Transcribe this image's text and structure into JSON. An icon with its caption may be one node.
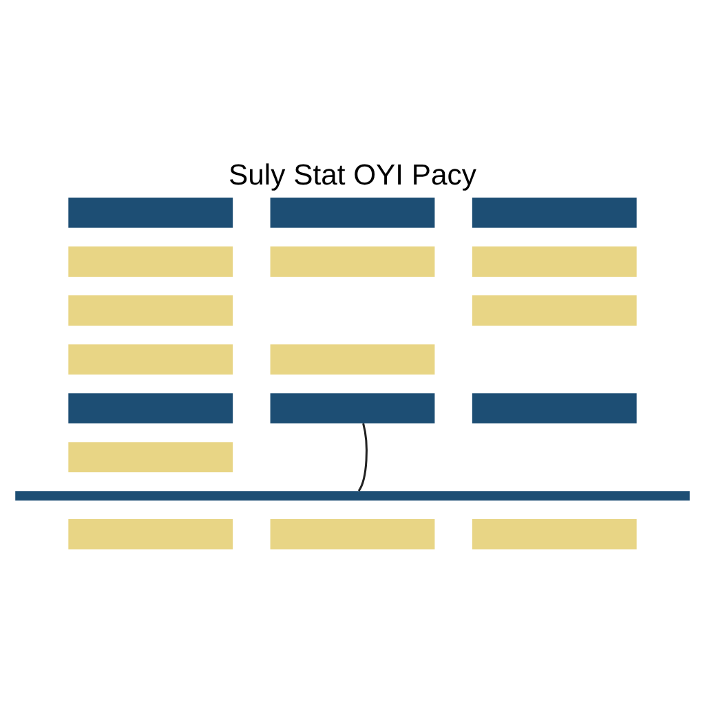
{
  "diagram": {
    "title": "Suly Stat OYI Pacy",
    "nodes": [
      {
        "text": [],
        "shape": "box"
      },
      {
        "text": [],
        "shape": "box"
      },
      {
        "text": [],
        "shape": "box"
      },
      {
        "text": [],
        "shape": "box"
      },
      {
        "text": [],
        "shape": "box"
      },
      {
        "text": [],
        "shape": "box"
      },
      {
        "text": [],
        "shape": "box"
      },
      {
        "text": [],
        "shape": "box"
      },
      {
        "text": [],
        "shape": "box"
      },
      {
        "text": [],
        "shape": "box"
      },
      {
        "text": [],
        "shape": "box"
      },
      {
        "text": [],
        "shape": "box"
      },
      {
        "text": [],
        "shape": "box"
      },
      {
        "text": [],
        "shape": "box"
      },
      {
        "text": [],
        "shape": "bar"
      },
      {
        "text": [],
        "shape": "box"
      },
      {
        "text": [],
        "shape": "box"
      },
      {
        "text": [],
        "shape": "box"
      }
    ],
    "edges": [
      {
        "from": 9,
        "to": 14,
        "arrow": "none"
      }
    ]
  }
}
